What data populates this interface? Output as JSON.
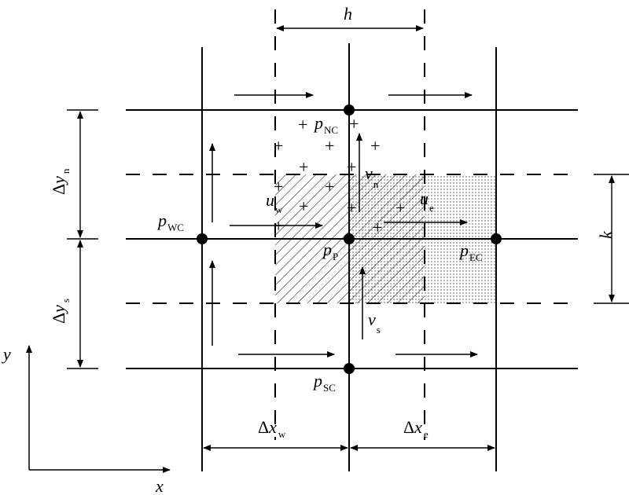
{
  "diagram": {
    "stroke_color": "#000000",
    "background_color": "#ffffff",
    "axes": {
      "y": "y",
      "x": "x"
    },
    "dimensions": {
      "h": "h",
      "k": "k",
      "dy_n": {
        "delta": "Δ",
        "var": "y",
        "sub": "n"
      },
      "dy_s": {
        "delta": "Δ",
        "var": "y",
        "sub": "s"
      },
      "dx_w": {
        "delta": "Δ",
        "var": "x",
        "sub": "w"
      },
      "dx_e": {
        "delta": "Δ",
        "var": "x",
        "sub": "e"
      }
    },
    "nodes": {
      "p_nc": {
        "var": "p",
        "sub": "NC"
      },
      "p_wc": {
        "var": "p",
        "sub": "WC"
      },
      "p_p": {
        "var": "p",
        "sub": "P"
      },
      "p_ec": {
        "var": "p",
        "sub": "EC"
      },
      "p_sc": {
        "var": "p",
        "sub": "SC"
      }
    },
    "velocities": {
      "u_w": {
        "var": "u",
        "sub": "w"
      },
      "u_e": {
        "var": "u",
        "sub": "e"
      },
      "v_n": {
        "var": "v",
        "sub": "n"
      },
      "v_s": {
        "var": "v",
        "sub": "s"
      }
    },
    "plus_marker": "+"
  }
}
